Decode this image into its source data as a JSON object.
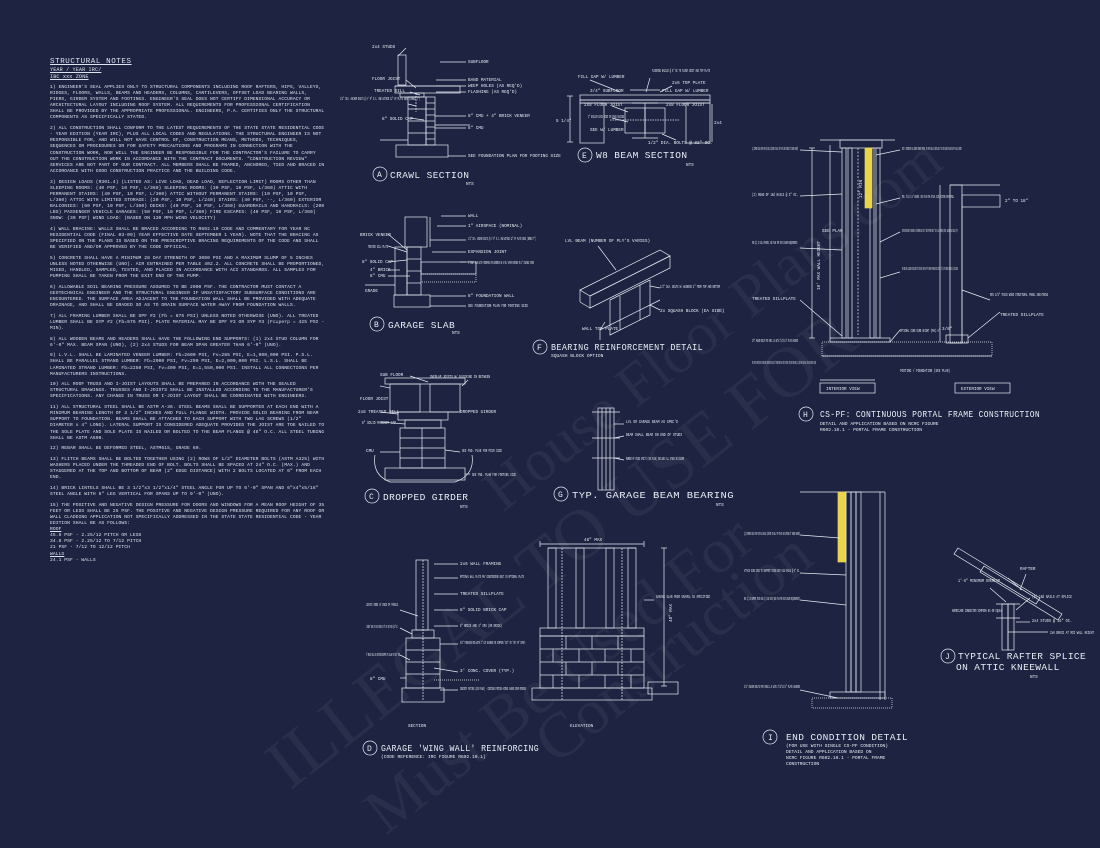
{
  "notes": {
    "title": "STRUCTURAL NOTES",
    "sub1": "YEAR / YEAR IRC/",
    "sub2": "IBC xxx ZONE",
    "paragraphs": [
      "1) ENGINEER'S SEAL APPLIES ONLY TO STRUCTURAL COMPONENTS INCLUDING ROOF RAFTERS, HIPS, VALLEYS, RIDGES, FLOORS, WALLS, BEAMS AND HEADERS, COLUMNS, CANTILEVERS, OFFSET LOAD BEARING WALLS, PIERS, GIRDER SYSTEM AND FOOTINGS. ENGINEER'S SEAL DOES NOT CERTIFY DIMENSIONAL ACCURACY OR ARCHITECTURAL LAYOUT INCLUDING ROOF SYSTEM. ALL REQUIREMENTS FOR PROFESSIONAL CERTIFICATION SHALL BE PROVIDED BY THE APPROPRIATE PROFESSIONAL. ENGINEERS, P.A. CERTIFIES ONLY THE STRUCTURAL COMPONENTS AS SPECIFICALLY STATED.",
      "2) ALL CONSTRUCTION SHALL CONFORM TO THE LATEST REQUIREMENTS OF THE STATE STATE RESIDENTIAL CODE - YEAR EDITION (YEAR IRC), PLUS ALL LOCAL CODES AND REGULATIONS. THE STRUCTURAL ENGINEER IS NOT RESPONSIBLE FOR, AND WILL NOT HAVE CONTROL OF, CONSTRUCTION MEANS, METHODS, TECHNIQUES, SEQUENCES OR PROCEDURES OR FOR SAFETY PRECAUTIONS AND PROGRAMS IN CONNECTION WITH THE CONSTRUCTION WORK, NOR WILL THE ENGINEER BE RESPONSIBLE FOR THE CONTRACTOR'S FAILURE TO CARRY OUT THE CONSTRUCTION WORK IN ACCORDANCE WITH THE CONTRACT DOCUMENTS. \"CONSTRUCTION REVIEW\" SERVICES ARE NOT PART OF OUR CONTRACT. ALL MEMBERS SHALL BE FRAMED, ANCHORED, TIED AND BRACED IN ACCORDANCE WITH GOOD CONSTRUCTION PRACTICE AND THE BUILDING CODE.",
      "3) DESIGN LOADS (R301.4) (LISTED AS: LIVE LOAD, DEAD LOAD, DEFLECTION LIMIT) ROOMS OTHER THAN SLEEPING ROOMS: (40 PSF, 10 PSF, L/360) SLEEPING ROOMS: (30 PSF, 10 PSF, L/360) ATTIC WITH PERMANENT STAIRS: (40 PSF, 10 PSF, L/360) ATTIC WITHOUT PERMANENT STAIRS: (10 PSF, 10 PSF, L/360) ATTIC WITH LIMITED STORAGE: (20 PSF, 10 PSF, L/240) STAIRS: (40 PSF, --, L/360) EXTERIOR BALCONIES: (60 PSF, 10 PSF, L/360) DECKS: (40 PSF, 10 PSF, L/360) GUARDRAILS AND HANDRAILS: (200 LBS) PASSENGER VEHICLE GARAGES: (50 PSF, 10 PSF, L/360) FIRE ESCAPES: (40 PSF, 10 PSF, L/360) SNOW: (30 PSF) WIND LOAD: (BASED ON 130 MPH WIND VELOCITY)",
      "4) WALL BRACING: WALLS SHALL BE BRACED ACCORDING TO R602.10 CODE AND COMMENTARY FOR YEAR NC RESIDENTIAL CODE (FINAL 03-09) YEAR EFFECTIVE DATE SEPTEMBER 1 YEAR). NOTE THAT THE BRACING AS SPECIFIED ON THE PLANS IS BASED ON THE PRESCRIPTIVE BRACING REQUIREMENTS OF THE CODE AND SHALL BE VERIFIED AND/OR APPROVED BY THE CODE OFFICIAL.",
      "5) CONCRETE SHALL HAVE A MINIMUM 28 DAY STRENGTH OF 3000 PSI AND A MAXIMUM SLUMP OF 5 INCHES UNLESS NOTED OTHERWISE (UNO). AIR ENTRAINED PER TABLE 402.2. ALL CONCRETE SHALL BE PROPORTIONED, MIXED, HANDLED, SAMPLED, TESTED, AND PLACED IN ACCORDANCE WITH ACI STANDARDS. ALL SAMPLES FOR PUMPING SHALL BE TAKEN FROM THE EXIT END OF THE PUMP.",
      "6) ALLOWABLE SOIL BEARING PRESSURE ASSUMED TO BE 2000 PSF. THE CONTRACTOR MUST CONTACT A GEOTECHNICAL ENGINEER AND THE STRUCTURAL ENGINEER IF UNSATISFACTORY SUBSURFACE CONDITIONS ARE ENCOUNTERED. THE SURFACE AREA ADJACENT TO THE FOUNDATION WALL SHALL BE PROVIDED WITH ADEQUATE DRAINAGE, AND SHALL BE GRADED SO AS TO DRAIN SURFACE WATER AWAY FROM FOUNDATION WALLS.",
      "7) ALL FRAMING LUMBER SHALL BE SPF #2 (Fb = 875 PSI) UNLESS NOTED OTHERWISE (UNO). ALL TREATED LUMBER SHALL BE SYP #2 (Fb=975 PSI). PLATE MATERIAL MAY BE SPF #3 OR SYP #3 (Fc⊥perp = 425 PSI - MIN).",
      "8) ALL WOODEN BEAMS AND HEADERS SHALL HAVE THE FOLLOWING END SUPPORTS: (1) 2x4 STUD COLUMN FOR 6'-0\" MAX. BEAM SPAN (UNO), (2) 2x4 STUDS FOR BEAM SPAN GREATER THAN 6'-0\" (UNO).",
      "9) L.V.L. SHALL BE LAMINATED VENEER LUMBER: Fb=2600 PSI, Fv=285 PSI, E=1,900,000 PSI. P.S.L. SHALL BE PARALLEL STRAND LUMBER: Fb=2900 PSI, Fv=290 PSI, E=2,000,000 PSI. L.S.L. SHALL BE LAMINATED STRAND LUMBER: Fb=2250 PSI, Fv=400 PSI, E=1,550,000 PSI. INSTALL ALL CONNECTIONS PER MANUFACTURERS INSTRUCTIONS.",
      "10) ALL ROOF TRUSS AND I-JOIST LAYOUTS SHALL BE PREPARED IN ACCORDANCE WITH THE SEALED STRUCTURAL DRAWINGS. TRUSSES AND I-JOISTS SHALL BE INSTALLED ACCORDING TO THE MANUFACTURER'S SPECIFICATIONS. ANY CHANGE IN TRUSS OR I-JOIST LAYOUT SHALL BE COORDINATED WITH ENGINEERS.",
      "11) ALL STRUCTURAL STEEL SHALL BE ASTM A-36. STEEL BEAMS SHALL BE SUPPORTED AT EACH END WITH A MINIMUM BEARING LENGTH OF 3 1/2\" INCHES AND FULL FLANGE WIDTH. PROVIDE SOLID BEARING FROM BEAM SUPPORT TO FOUNDATION. BEAMS SHALL BE ATTACHED TO EACH SUPPORT WITH TWO LAG SCREWS (1/2\" DIAMETER x 4\" LONG). LATERAL SUPPORT IS CONSIDERED ADEQUATE PROVIDED THE JOIST ARE TOE NAILED TO THE SOLE PLATE AND SOLE PLATE IS NAILED OR BOLTED TO THE BEAM FLANGE @ 48\" O.C. ALL STEEL TUBING SHALL BE ASTM A500.",
      "12) REBAR SHALL BE DEFORMED STEEL, ASTM615, GRADE 60.",
      "13) FLITCH BEAMS SHALL BE BOLTED TOGETHER USING (2) ROWS OF 1/2\" DIAMETER BOLTS (ASTM A325) WITH WASHERS PLACED UNDER THE THREADED END OF BOLT. BOLTS SHALL BE SPACED AT 24\" O.C. (MAX.) AND STAGGERED AT THE TOP AND BOTTOM OF BEAM (2\" EDGE DISTANCE) WITH 2 BOLTS LOCATED AT 6\" FROM EACH END.",
      "14) BRICK LINTELS SHALL BE 3 1/2\"x3 1/2\"x1/4\" STEEL ANGLE FOR UP TO 6'-0\" SPAN AND 6\"x4\"x5/16\" STEEL ANGLE WITH 6\" LEG VERTICAL FOR SPANS UP TO 9'-0\" (UNO).",
      "15) THE POSITIVE AND NEGATIVE DESIGN PRESSURE FOR DOORS AND WINDOWS FOR A MEAN ROOF HEIGHT OF 35 FEET OR LESS SHALL BE 25 PSF. THE POSITIVE AND NEGATIVE DESIGN PRESSURE REQUIRED FOR ANY ROOF OR WALL CLADDING APPLICATION NOT SPECIFICALLY ADDRESSED IN THE STATE STATE RESIDENTIAL CODE - YEAR EDITION SHALL BE AS FOLLOWS:"
    ],
    "roof_label": "ROOF",
    "roof_lines": [
      "45.6 PSF - 2.25/12 PITCH OR LESS",
      "34.8 PSF - 2.25/12 TO 7/12 PITCH",
      "21 PSF - 7/12 TO 12/12 PITCH"
    ],
    "walls_label": "WALLS",
    "walls_lines": [
      "24.1 PSF - WALLS"
    ]
  },
  "details": {
    "a": {
      "letter": "A",
      "title": "CRAWL SECTION",
      "nts": "NTS",
      "labels": [
        "2x4 STUDS",
        "SUBFLOOR",
        "FLOOR JOIST",
        "TREATED SILL",
        "BAND MATERIAL",
        "WEEP HOLES (AS REQ'D)",
        "FLASHING (AS REQ'D)",
        "1/2\" DIA. ANCHOR BOLTS @ 6'-0\" O.C. AND WITHIN 12\" OF PLATE ENDS (EMBED 7\")",
        "8\" CMU + 4\" BRICK VENEER",
        "8\" SOLID CAP",
        "8\" CMU",
        "SEE FOUNDATION PLAN FOR FOOTING SIZE"
      ]
    },
    "e": {
      "letter": "E",
      "title": "W8 BEAM SECTION",
      "nts": "NTS",
      "labels": [
        "FILL GAP W/ LUMBER",
        "FLOORING NAILED @ 6\" OC TO FLOOR JOIST AND TOP PLATE",
        "2x6 TOP PLATE",
        "FILL GAP W/ LUMBER",
        "3/4\" SUBFLOOR",
        "2x8 FLOOR JOIST",
        "2x8 FLOOR JOIST",
        "2\" NAILER EACH SIDE OR PACK BLOCKS",
        "SEE W/ LUMBER",
        "1/2\" DIA. BOLTS @ 32\" OC.",
        "5 1/4\"",
        "2x4"
      ]
    },
    "h": {
      "letter": "H",
      "title": "CS-PF: CONTINUOUS PORTAL FRAME CONSTRUCTION",
      "sub1": "DETAIL AND APPLICATION BASED ON NCRC FIGURE",
      "sub2": "R602.10.1 - PORTAL FRAME CONSTRUCTION",
      "left_labels": [
        "(2) SIMPSON CS16 STRAP WITH 8d NAILS (EXTEND TO WALL TOP PLATE AND EXTEND 20\" UNDER HEADER)",
        "(2) ROWS OF 16d NAILS @ 3\" OC.",
        "MIN (2) 2X SILL FRAMING. SEE PLAN FOR STUD COLUMN REQUIREMENTS.",
        "TREATED SILLPLATE",
        "3/4\" ANCHOR BOLTS PER R403.1.6 WITH 2\"x2\"x1/4\" PLATE WASHERS",
        "NOTE: FOR CMU APPLICATIONS AT GARAGE DOORS, ANCHOR BOLTS SHALL BE 5/8\" DIAMETER AND SHALL EXTEND TO FOOTING. (PER NCRC FIGURE R602.10.1.3 (SEE GARAGE 'WING WALL' DETAIL ON STRUCTURAL PLANS)"
      ],
      "right_labels": [
        "NOTE: AT INTERMEDIATE WALL SEGMENTS BETWEEN OPENINGS, THE STRAPS SHALL BE INSTALLED AT THE STUD COLUMN ON EACH END OF THE WALL SEGMENT.",
        "MIN. 3\"x11 1/4\" HEADER. SEE PLAN FOR ACTUAL SIZE. EXTEND OVER PANEL",
        "FASTEN SHEATHING TO HEADER W/ 8d COMMON NAILS IN 3\" GRID PATTERN AND 3\" OC IN ALL FRAMING (STUDS, BLOCKING AND SILLS) TYP.",
        "PANEL EDGES SHALL BE BLOCKED AND OCCUR WITHIN 24\" OF MID-HEIGHT. ONE ROW OF TYP. SHEATHING-TO-FRAMING NAILING IS REQ'D. (3\" OC) ATTACH BLOCKING TOGETHER W/ (1) 16d SINKERS.",
        "OPTIONAL CURB CURB HEIGHT (MAX) 8\"",
        "FOOTING / FOUNDATION (SEE PLAN)",
        "MIN 3/8\" THICK WOOD STRUCTURAL PANEL SHEATHING",
        "TREATED SILLPLATE"
      ],
      "dims": [
        "12\" MIN",
        "10' MAX WALL HEIGHT",
        "2\" TO 18\"",
        "SEE PLAN",
        "3/8\""
      ],
      "interior": "INTERIOR VIEW",
      "exterior": "EXTERIOR VIEW"
    },
    "b": {
      "letter": "B",
      "title": "GARAGE SLAB",
      "nts": "NTS",
      "labels": [
        "WALL",
        "1\" AIRSPACE (NOMINAL)",
        "1/2\" DIA. ANCHOR BOLTS @ 6'-0\" O.C. AND WITHIN 12\" OF PLATE ENDS (EMBED 7\")",
        "EXPANSION JOINT",
        "4\" CONC. SLAB WITH FIBERMESH OR WIREMESH ON 6 MIL VAPOR BARRIER ON 4\" CRUSHED STONE",
        "8\" FOUNDATION WALL",
        "SEE FOUNDATION PLAN FOR FOOTING SIZE",
        "BRICK VENEER",
        "TREATED SILL PLATE",
        "8\" SOLID CAP",
        "4\" BRICK",
        "8\" CMU",
        "GRADE"
      ]
    },
    "f": {
      "letter": "F",
      "title": "BEARING REINFORCEMENT DETAIL",
      "sub": "SQUASH BLOCK OPTION",
      "labels": [
        "LVL BEAM (NUMBER OF PLY'S VARIES)",
        "1/2\" DIA. BOLTS W/ WASHERS 2\" FROM TOP AND BOTTOM",
        "2x SQUASH BLOCK (EA SIDE)",
        "WALL TOP PLATE"
      ]
    },
    "c": {
      "letter": "C",
      "title": "DROPPED GIRDER",
      "nts": "NTS",
      "labels": [
        "SUB FLOOR",
        "OVERLAP JOISTS W/ BLOCKING IN BETWEEN",
        "FLOOR JOIST",
        "2x8 TREATED SILL",
        "DROPPED GIRDER",
        "8\" SOLID MASONRY CAP",
        "CMU",
        "SEE FND. PLAN FOR PIER SIZE",
        "SEE FND. PLAN FOR FOOTING SIZE"
      ]
    },
    "g": {
      "letter": "G",
      "title": "TYP. GARAGE BEAM BEARING",
      "nts": "NTS",
      "labels": [
        "LVL OR GARAGE BEAM AS SPEC'D",
        "BEAM SHALL BEAR ON END OF STUDS",
        "NUMBER OF STUDS SPEC'D (SEE PLAN) INCLUDES ALL STUDS IN COLUMN"
      ]
    },
    "d": {
      "letter": "D",
      "title": "GARAGE 'WING WALL' REINFORCING",
      "sub": "(CODE REFERENCE: IRC FIGURE R602.10.1)",
      "left_labels": [
        "LOCATE RODS AT ENDS OF PANELS",
        "'LADDER' WIRE AT EACH COURSE IN 8\" CAP AND THEN @ 16\" OC.",
        "4\" BRICK SHALL BE NOTCHED/CHIPPED TO ALLOW FOR 5/8\" ROD",
        "8\" CMU"
      ],
      "mid_labels": [
        "2x6 WALL FRAMING",
        "OPTIONAL WALL PLATE MAY COUNTERSINK BOLT IN OPTIONAL PLATE",
        "TREATED SILLPLATE",
        "8\" SOLID BRICK CAP",
        "8\" BRICK AND 4\" CMU (OR BRICK)",
        "5/8\" THREADED ROD WITH 2\" CUT WASHERS OR SIMPSON 'SET' OR 'SET-XP' EPOXY.",
        "3' CONC. COVER (TYP.)",
        "CONCRETE FOOTING (SEE PLANS) - CONTINUE FOOTING ACROSS GARAGE DOOR OPENING"
      ],
      "right_labels": [
        "GARAGE SLAB OVER GRAVEL AS SPECIFIED"
      ],
      "dims": [
        "48\" MAX",
        "48\" MAX"
      ],
      "section": "SECTION",
      "elevation": "ELEVATION"
    },
    "i": {
      "letter": "I",
      "title": "END CONDITION DETAIL",
      "sub1": "(FOR USE WITH SINGLE CS-PF CONDITION)",
      "sub2": "DETAIL AND APPLICATION BASED ON",
      "sub3": "NCRC FIGURE R602.10.1 - PORTAL FRAME",
      "sub4": "CONSTRUCTION",
      "labels": [
        "(2) SIMPSON CS16 STRAP WITH 8d NAILS (EXTEND TO WALL TOP PLATE AND EXTEND 20\" UNDER HEADER)",
        "ATTACH KING STUD TO SUPPORT STUDS WITH 10d NAILS @ 6\" OC.",
        "MIN (2) 2X SUPPORT STUDS AND (1) KING STUD (SEE PLAN FOR STUD COLUMN REQUIREMENTS)",
        "3/4\" ANCHOR BOLTS PER R403.1.6 WITH 2\"x2\"x1/4\" PLATE WASHERS"
      ]
    },
    "j": {
      "letter": "J",
      "title1": "TYPICAL RAFTER SPLICE",
      "title2": "ON ATTIC KNEEWALL",
      "nts": "NTS",
      "labels": [
        "RAFTER",
        "1'-6\" MINIMUM OVERLAP",
        "(6) 16d NAILS AT SPLICE",
        "HURRICANE CONNECTOR SIMPSON H4 OR EQUAL",
        "2x4 STUDS @ 16\" OC.",
        "2x6 BRACE AT MID WALL HEIGHT"
      ]
    }
  },
  "watermarks": [
    "ILLEGAL TO USE FOR",
    "Must Be Used For",
    "Construction",
    "House Floor Plans.com"
  ],
  "colors": {
    "background": "#1d2340",
    "line": "#e8ecf5",
    "accent": "#e8d44d"
  }
}
